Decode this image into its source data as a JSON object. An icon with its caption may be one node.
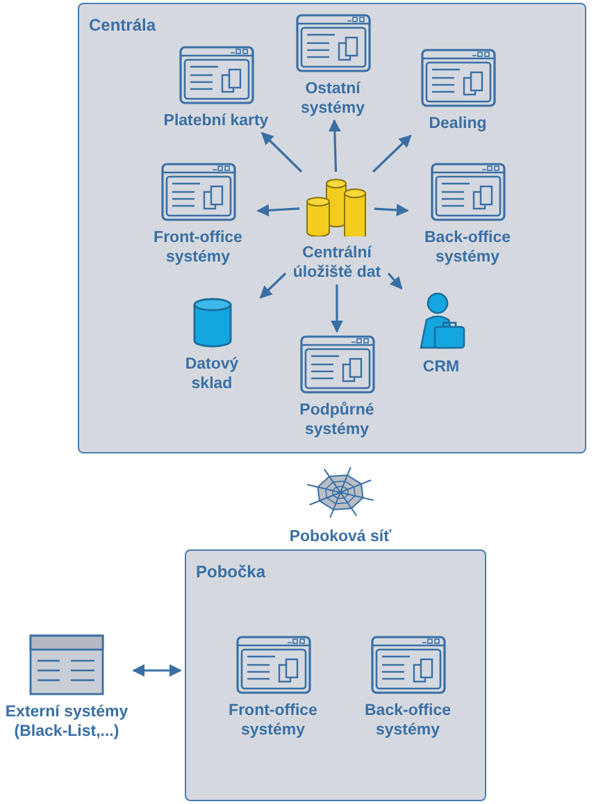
{
  "diagram": {
    "nodes": [
      {
        "text": [
          "Centrála"
        ]
      },
      {
        "text": [
          "Centrální úložiště dat"
        ],
        "in": 0
      },
      {
        "text": [
          "Ostatní systémy"
        ],
        "in": 0
      },
      {
        "text": [
          "Platební karty"
        ],
        "in": 0
      },
      {
        "text": [
          "Dealing"
        ],
        "in": 0
      },
      {
        "text": [
          "Front-office systémy"
        ],
        "in": 0
      },
      {
        "text": [
          "Back-office systémy"
        ],
        "in": 0
      },
      {
        "text": [
          "Datový sklad"
        ],
        "in": 0
      },
      {
        "text": [
          "Podpůrné systémy"
        ],
        "in": 0
      },
      {
        "text": [
          "CRM"
        ],
        "in": 0
      },
      {
        "text": [
          "Poboková síť"
        ]
      },
      {
        "text": [
          "Pobočka"
        ]
      },
      {
        "text": [
          "Front-office systémy"
        ],
        "in": 11
      },
      {
        "text": [
          "Back-office systémy"
        ],
        "in": 11
      },
      {
        "text": [
          "Externí systémy (Black-List,...)"
        ]
      }
    ],
    "edges": [
      {
        "from": 1,
        "to": 2,
        "arrow": "to"
      },
      {
        "from": 1,
        "to": 3,
        "arrow": "to"
      },
      {
        "from": 1,
        "to": 4,
        "arrow": "to"
      },
      {
        "from": 1,
        "to": 5,
        "arrow": "to"
      },
      {
        "from": 1,
        "to": 6,
        "arrow": "to"
      },
      {
        "from": 1,
        "to": 7,
        "arrow": "to"
      },
      {
        "from": 1,
        "to": 8,
        "arrow": "to"
      },
      {
        "from": 1,
        "to": 9,
        "arrow": "to"
      },
      {
        "from": 14,
        "to": 11,
        "arrow": "both"
      }
    ]
  }
}
